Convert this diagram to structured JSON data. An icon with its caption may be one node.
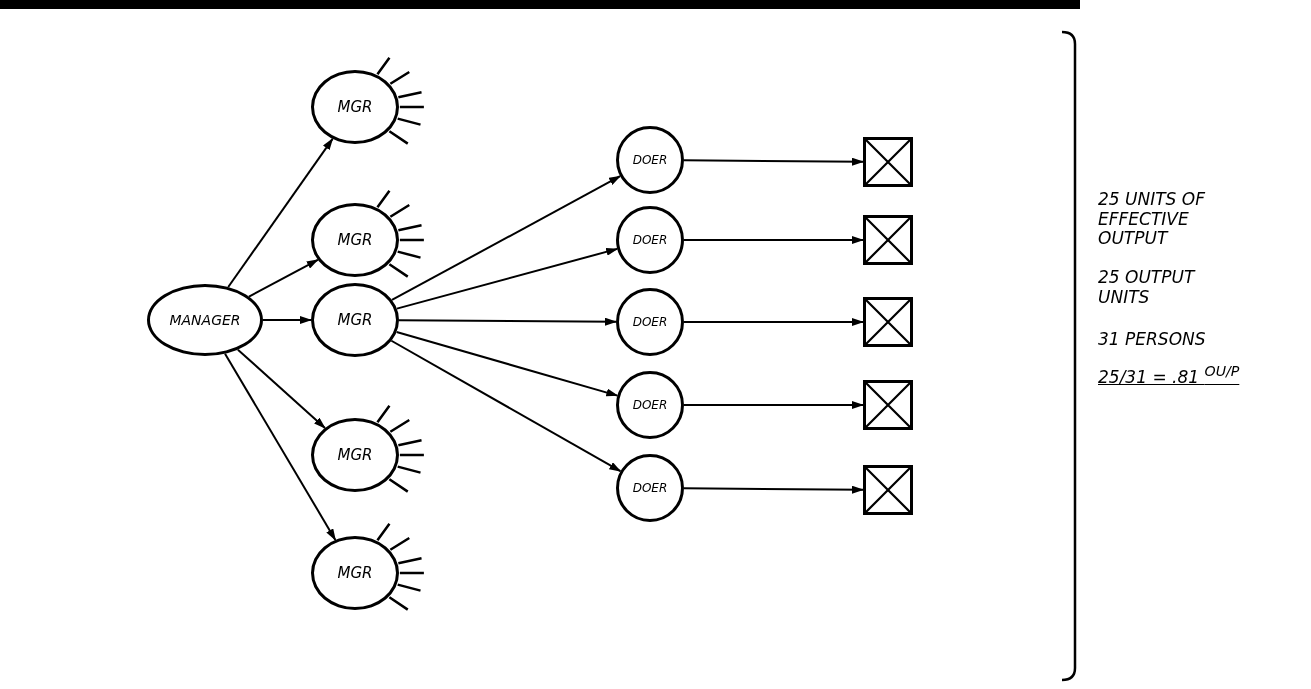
{
  "diagram": {
    "nodes": [
      {
        "text": [
          "MANAGER"
        ]
      },
      {
        "text": [
          "MGR"
        ]
      },
      {
        "text": [
          "MGR"
        ]
      },
      {
        "text": [
          "MGR"
        ]
      },
      {
        "text": [
          "MGR"
        ]
      },
      {
        "text": [
          "MGR"
        ]
      },
      {
        "text": [
          "DOER"
        ]
      },
      {
        "text": [
          "DOER"
        ]
      },
      {
        "text": [
          "DOER"
        ]
      },
      {
        "text": [
          "DOER"
        ]
      },
      {
        "text": [
          "DOER"
        ]
      },
      {
        "text": [],
        "shape": "box"
      },
      {
        "text": [],
        "shape": "box"
      },
      {
        "text": [],
        "shape": "box"
      },
      {
        "text": [],
        "shape": "box"
      },
      {
        "text": [],
        "shape": "box"
      }
    ],
    "edges": [
      {
        "from": 0,
        "to": 1,
        "arrow": "to"
      },
      {
        "from": 0,
        "to": 2,
        "arrow": "to"
      },
      {
        "from": 0,
        "to": 3,
        "arrow": "to"
      },
      {
        "from": 0,
        "to": 4,
        "arrow": "to"
      },
      {
        "from": 0,
        "to": 5,
        "arrow": "to"
      },
      {
        "from": 3,
        "to": 6,
        "arrow": "to"
      },
      {
        "from": 3,
        "to": 7,
        "arrow": "to"
      },
      {
        "from": 3,
        "to": 8,
        "arrow": "to"
      },
      {
        "from": 3,
        "to": 9,
        "arrow": "to"
      },
      {
        "from": 3,
        "to": 10,
        "arrow": "to"
      },
      {
        "from": 6,
        "to": 11,
        "arrow": "to"
      },
      {
        "from": 7,
        "to": 12,
        "arrow": "to"
      },
      {
        "from": 8,
        "to": 13,
        "arrow": "to"
      },
      {
        "from": 9,
        "to": 14,
        "arrow": "to"
      },
      {
        "from": 10,
        "to": 15,
        "arrow": "to"
      }
    ],
    "labels": [
      "25 UNITS OF EFFECTIVE OUTPUT",
      "25 OUTPUT UNITS",
      "31 PERSONS",
      "25/31 = .81 $^{OU/P}$"
    ]
  }
}
